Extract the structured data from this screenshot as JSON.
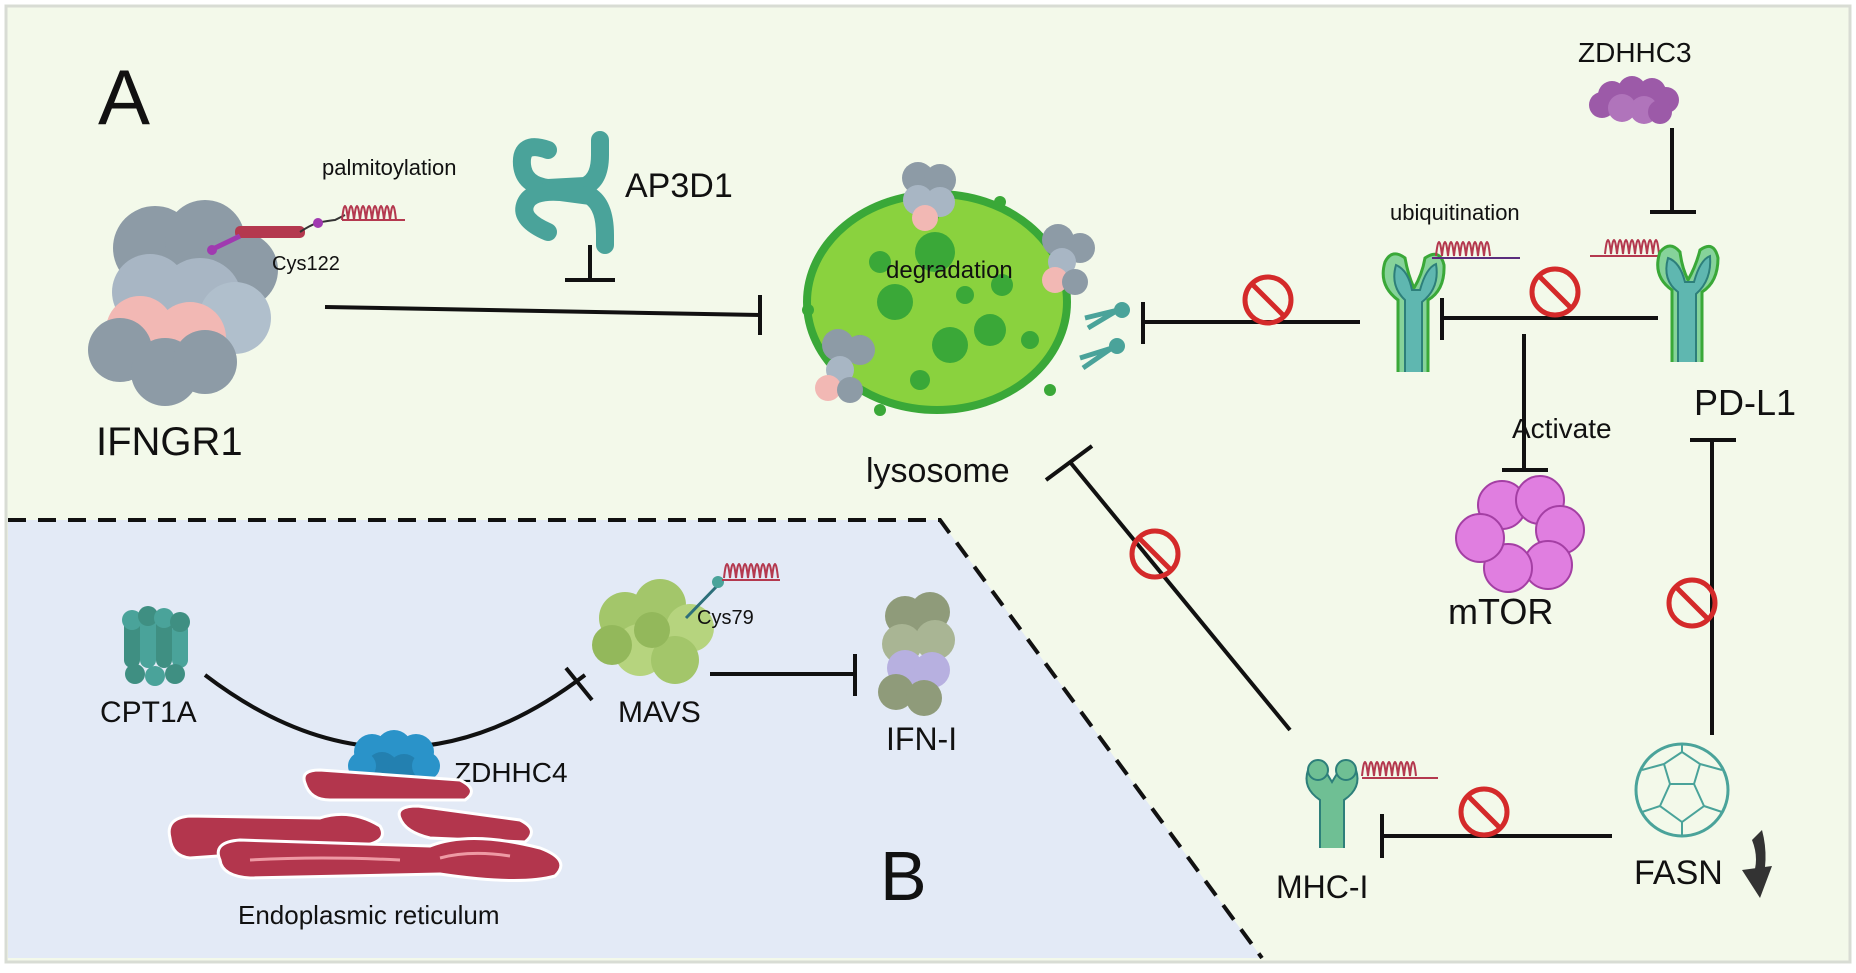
{
  "panels": {
    "a": "A",
    "b": "B"
  },
  "labels": {
    "ifngr1": "IFNGR1",
    "palmitoylation": "palmitoylation",
    "cys122": "Cys122",
    "ap3d1": "AP3D1",
    "degradation": "degradation",
    "lysosome": "lysosome",
    "ubiquitination": "ubiquitination",
    "zdhhc3": "ZDHHC3",
    "pdl1": "PD-L1",
    "activate": "Activate",
    "mtor": "mTOR",
    "mhc1": "MHC-I",
    "fasn": "FASN",
    "cpt1a": "CPT1A",
    "zdhhc4": "ZDHHC4",
    "mavs": "MAVS",
    "cys79": "Cys79",
    "ifn1": "IFN-I",
    "er": "Endoplasmic reticulum"
  },
  "colors": {
    "panel_a_bg": "#f3f9ea",
    "panel_b_bg": "#e3eaf6",
    "lysosome_fill": "#8ad23e",
    "lysosome_edge": "#3aa838",
    "protein_grey": "#8d9ba6",
    "protein_pink": "#f2b8b4",
    "palmitoyl": "#b4394f",
    "teal": "#4aa39a",
    "zdhhc3": "#9c5aa8",
    "mtor": "#e07ee0",
    "mavs": "#a3c66a",
    "zdhhc4": "#2a93c9",
    "er": "#b3364d",
    "inhibit_sign": "#d42a2a"
  }
}
